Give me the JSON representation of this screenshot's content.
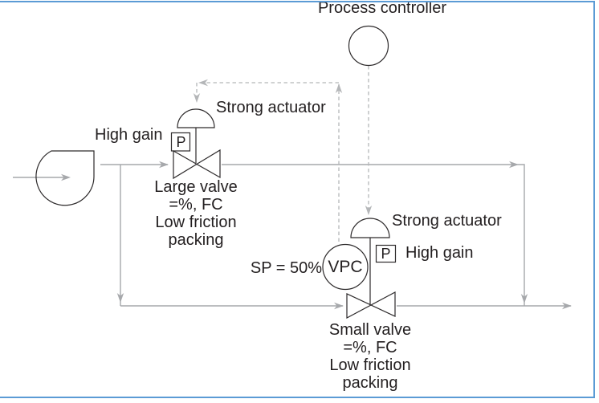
{
  "colors": {
    "frame": "#5b9bd5",
    "flow_line": "#a6a8ab",
    "signal_line": "#b4b6b8",
    "equipment_line": "#2d2a2b",
    "text": "#231f20",
    "background": "#ffffff"
  },
  "labels": {
    "process_controller": "Process controller",
    "strong_actuator_top": "Strong actuator",
    "high_gain_top": "High gain",
    "positioner_top": "P",
    "large_valve_lines": [
      "Large valve",
      "=%, FC",
      "Low friction",
      "packing"
    ],
    "vpc": "VPC",
    "setpoint": "SP = 50%",
    "strong_actuator_bottom": "Strong actuator",
    "high_gain_bottom": "High gain",
    "positioner_bottom": "P",
    "small_valve_lines": [
      "Small valve",
      "=%, FC",
      "Low friction",
      "packing"
    ]
  }
}
